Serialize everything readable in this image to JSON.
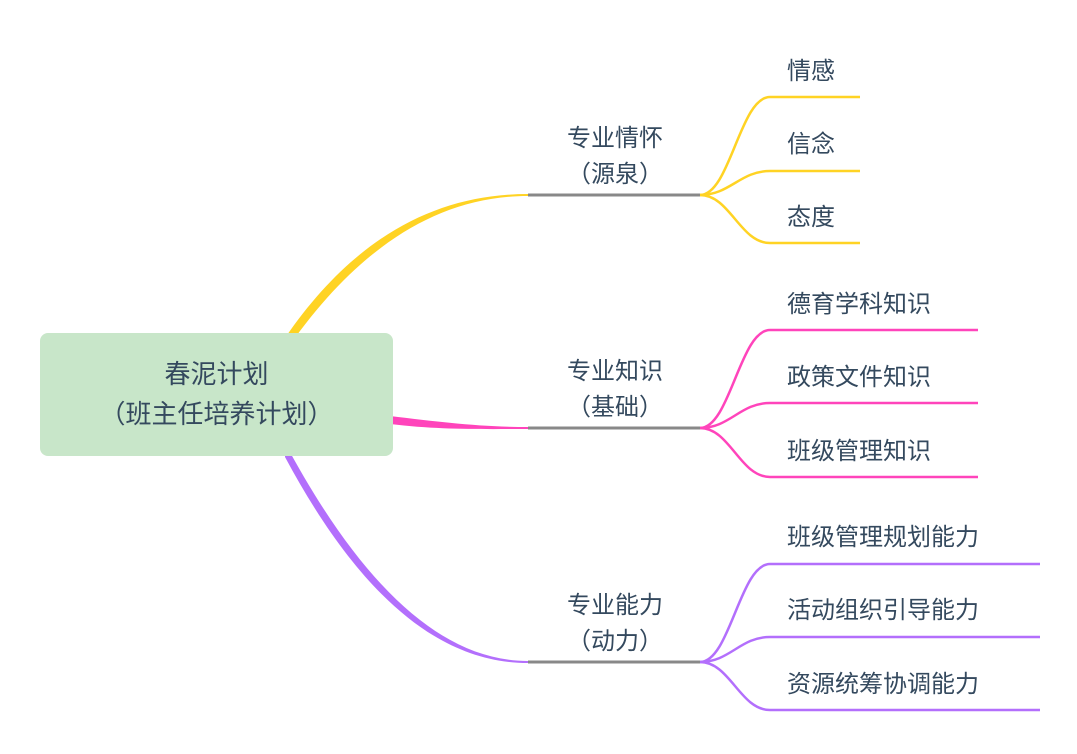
{
  "root": {
    "line1": "春泥计划",
    "line2": "（班主任培养计划）",
    "fill": "#c8e6c9"
  },
  "branches": [
    {
      "id": "emotion",
      "line1": "专业情怀",
      "line2": "（源泉）",
      "color": "#ffd324",
      "children": [
        "情感",
        "信念",
        "态度"
      ]
    },
    {
      "id": "knowledge",
      "line1": "专业知识",
      "line2": "（基础）",
      "color": "#ff44bb",
      "children": [
        "德育学科知识",
        "政策文件知识",
        "班级管理知识"
      ]
    },
    {
      "id": "ability",
      "line1": "专业能力",
      "line2": "（动力）",
      "color": "#b36ffc",
      "children": [
        "班级管理规划能力",
        "活动组织引导能力",
        "资源统筹协调能力"
      ]
    }
  ],
  "colors": {
    "text": "#34495e",
    "topic_underline": "#888888"
  }
}
